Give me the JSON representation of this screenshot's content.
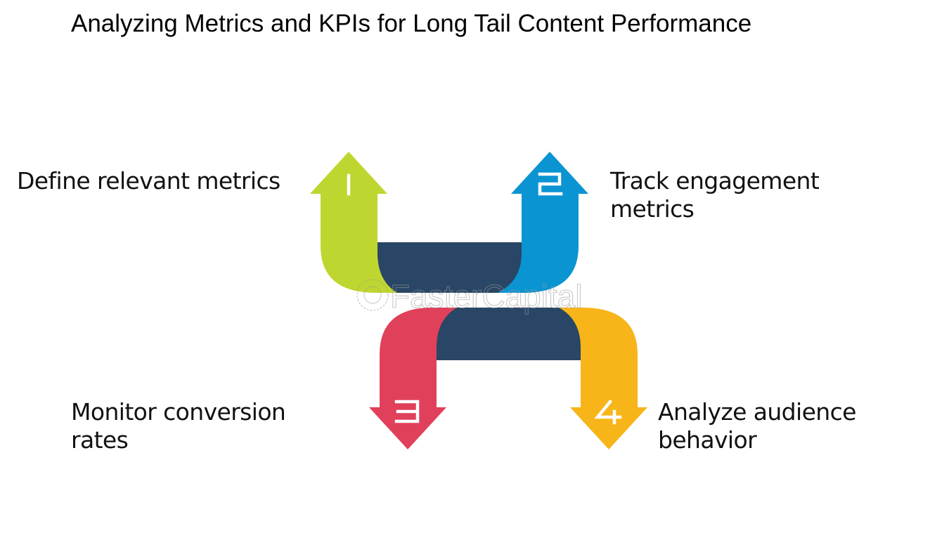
{
  "title": "Analyzing Metrics and KPIs for Long Tail Content Performance",
  "steps": [
    {
      "number": "1",
      "label": "Define relevant metrics",
      "color": "#BFD630",
      "direction": "up"
    },
    {
      "number": "2",
      "label": "Track engagement metrics",
      "color": "#0A94D2",
      "direction": "up"
    },
    {
      "number": "3",
      "label": "Monitor conversion rates",
      "color": "#E1405A",
      "direction": "down"
    },
    {
      "number": "4",
      "label": "Analyze audience behavior",
      "color": "#F7B519",
      "direction": "down"
    }
  ],
  "connector_color": "#294666",
  "watermark": "FasterCapital"
}
